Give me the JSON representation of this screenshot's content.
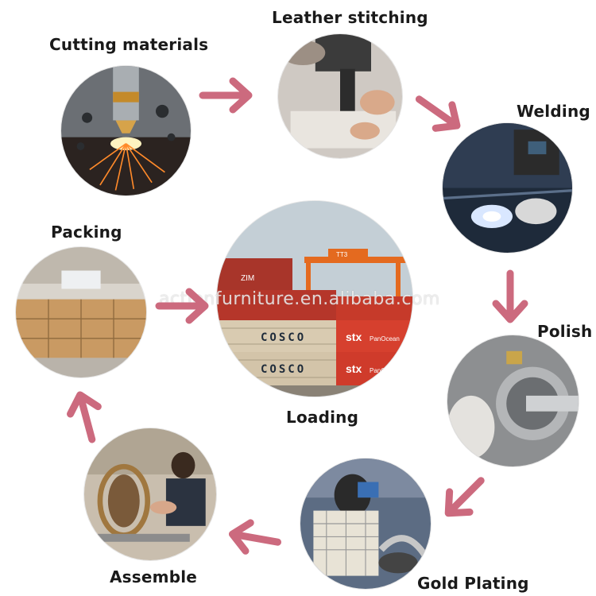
{
  "steps": {
    "cutting": "Cutting materials",
    "leather": "Leather stitching",
    "welding": "Welding",
    "polish": "Polish",
    "gold": "Gold Plating",
    "assemble": "Assemble",
    "packing": "Packing",
    "loading": "Loading"
  },
  "container_labels": {
    "brand_a": "COSCO",
    "brand_b": "stx",
    "brand_b_sub": "PanOcean",
    "top_box": "ZIM",
    "crane_text": "TT3"
  },
  "watermark": "actionfurniture.en.alibaba.com",
  "colors": {
    "arrow": "#cc6a7e",
    "label": "#1a1a1a"
  },
  "icons": [
    "arrow-right-icon",
    "arrow-down-right-icon",
    "arrow-down-icon",
    "arrow-down-left-icon",
    "arrow-left-icon",
    "arrow-up-left-icon"
  ]
}
